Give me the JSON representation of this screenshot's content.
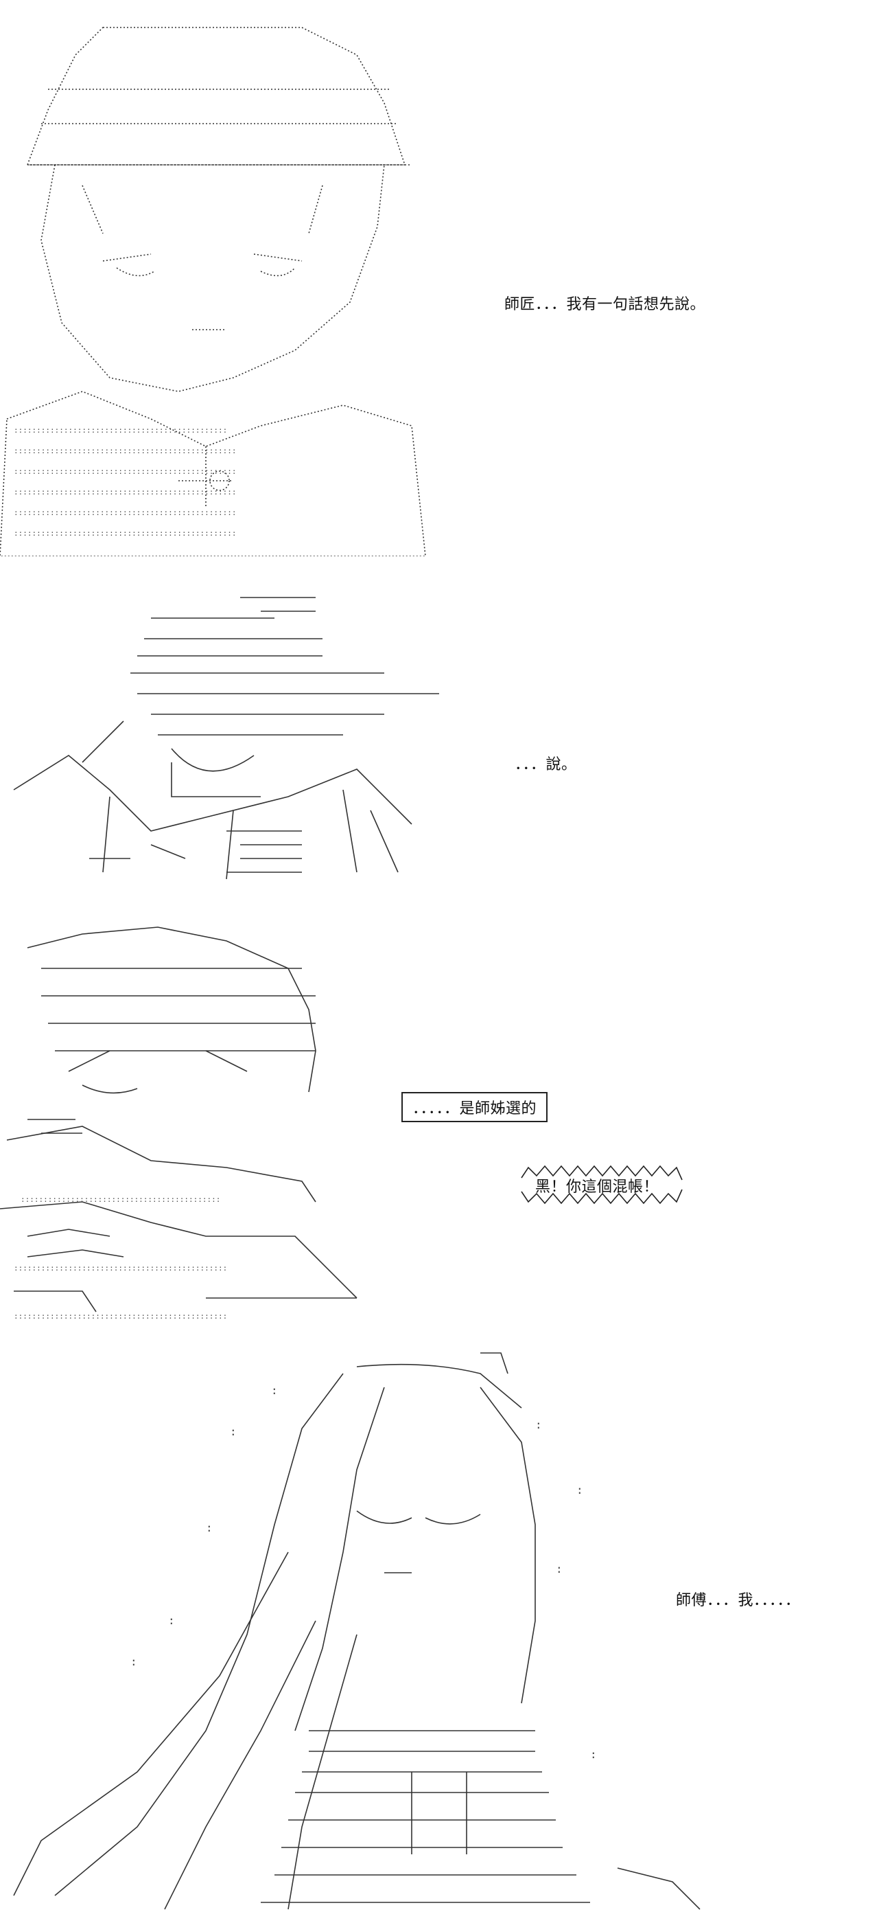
{
  "panels": [
    {
      "id": "panel-1",
      "art_icon": "girl-with-hat-ascii-art-icon",
      "line": "師匠．．．我有一句話想先說。"
    },
    {
      "id": "panel-2",
      "art_icon": "boy-in-cap-ascii-art-icon",
      "line": "．．．說。"
    },
    {
      "id": "panel-3",
      "art_icon": "boy-sitting-ascii-art-icon",
      "line": "．．．．．是師姊選的",
      "shout": "黑！你這個混帳！"
    },
    {
      "id": "panel-4",
      "art_icon": "girl-long-hair-ascii-art-icon",
      "line": "師傅．．．我．．．．．"
    }
  ]
}
